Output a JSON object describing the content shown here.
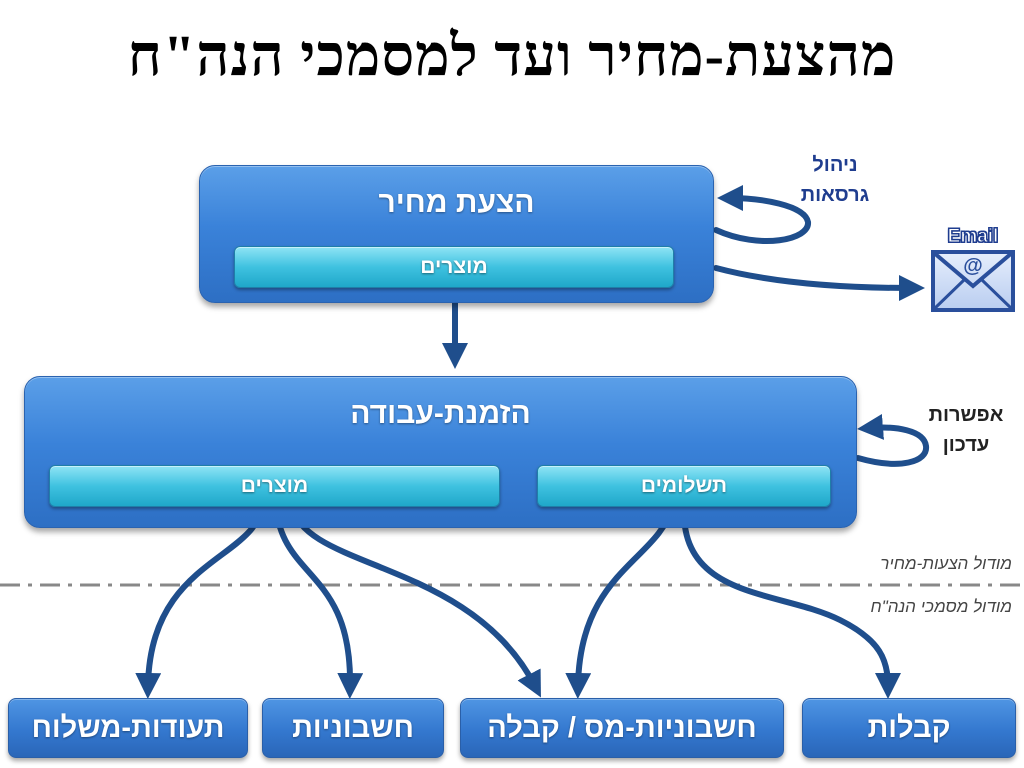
{
  "title": "מהצעת-מחיר ועד למסמכי הנה\"ח",
  "colors": {
    "arrow": "#1f4e8c",
    "box": "#3a82d9",
    "subbox": "#3fc2e0",
    "text_blue": "#1f3d8f"
  },
  "price_quote": {
    "label": "הצעת מחיר",
    "products": "מוצרים"
  },
  "work_order": {
    "label": "הזמנת-עבודה",
    "products": "מוצרים",
    "payments": "תשלומים"
  },
  "side_labels": {
    "version_mgmt_line1": "ניהול",
    "version_mgmt_line2": "גרסאות",
    "update_line1": "אפשרות",
    "update_line2": "עדכון"
  },
  "email": {
    "label": "Email",
    "icon": "envelope-icon",
    "at": "@"
  },
  "modules": {
    "price_quote_module": "מודול הצעות-מחיר",
    "accounting_module": "מודול מסמכי הנה\"ח"
  },
  "documents": {
    "delivery_notes": "תעודות-משלוח",
    "invoices": "חשבוניות",
    "tax_invoice_receipt": "חשבוניות-מס / קבלה",
    "receipts": "קבלות"
  }
}
